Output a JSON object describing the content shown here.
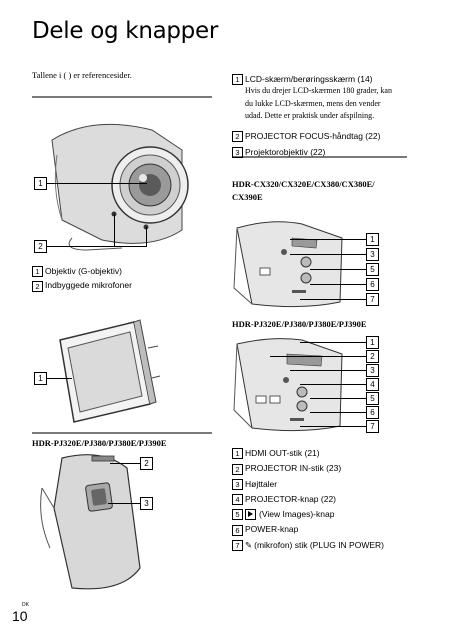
{
  "page": {
    "title": "Dele og knapper",
    "number": "10",
    "lang": "DK"
  },
  "intro": "Tallene i ( ) er referencesider.",
  "right_top_items": [
    {
      "num": "1",
      "label": "LCD-skærm/berøringsskærm (14)"
    },
    {
      "num": "2",
      "label": "PROJECTOR FOCUS-håndtag (22)"
    },
    {
      "num": "3",
      "label": "Projektorobjektiv (22)"
    }
  ],
  "lcd_note": [
    "Hvis du drejer LCD-skærmen 180 grader, kan",
    "du lukke LCD-skærmen, mens den vender",
    "udad. Dette er praktisk under afspilning."
  ],
  "left_items": [
    {
      "num": "1",
      "label": "Objektiv (G-objektiv)"
    },
    {
      "num": "2",
      "label": "Indbyggede mikrofoner"
    }
  ],
  "headings": {
    "cx_models": [
      "HDR-CX320/CX320E/CX380/CX380E/",
      "CX390E"
    ],
    "pj_models_right": "HDR-PJ320E/PJ380/PJ380E/PJ390E",
    "pj_models_left": "HDR-PJ320E/PJ380/PJ380E/PJ390E"
  },
  "bottom_items": [
    {
      "num": "1",
      "label": "HDMI OUT-stik (21)"
    },
    {
      "num": "2",
      "label": "PROJECTOR IN-stik (23)"
    },
    {
      "num": "3",
      "label": "Højttaler"
    },
    {
      "num": "4",
      "label": "PROJECTOR-knap (22)"
    },
    {
      "num": "5",
      "label": "(View Images)-knap"
    },
    {
      "num": "6",
      "label": "POWER-knap"
    },
    {
      "num": "7",
      "label": "(mikrofon) stik (PLUG IN POWER)"
    }
  ],
  "callouts": {
    "front": [
      "1",
      "2"
    ],
    "lcd": [
      "1"
    ],
    "projector": [
      "2",
      "3"
    ],
    "cx_side": [
      "1",
      "3",
      "5",
      "6",
      "7"
    ],
    "pj_side": [
      "1",
      "2",
      "3",
      "4",
      "5",
      "6",
      "7"
    ]
  }
}
